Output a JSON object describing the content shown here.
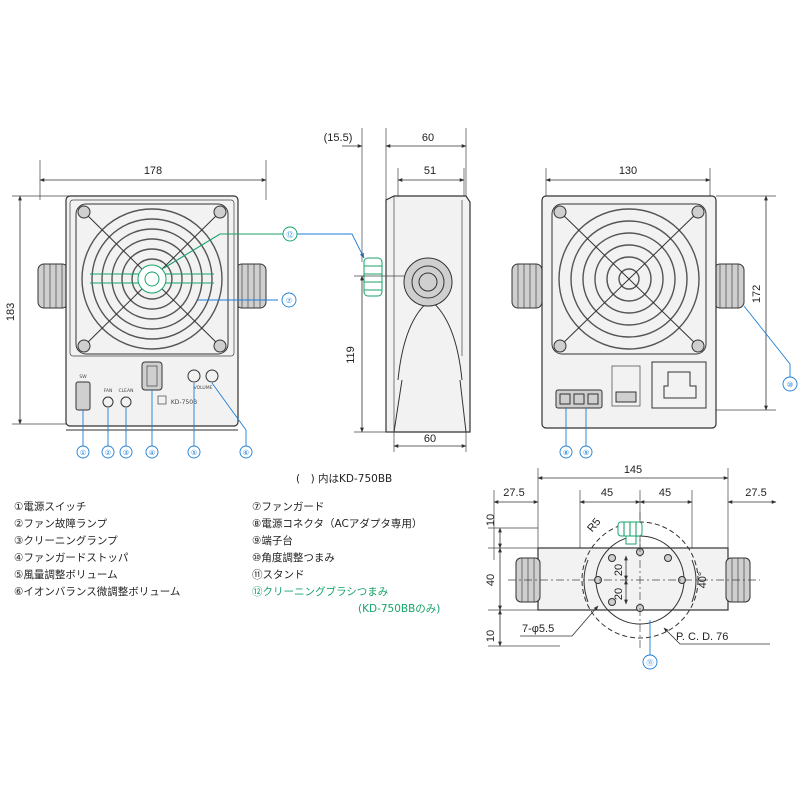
{
  "dimensions": {
    "front_width": "178",
    "front_height": "183",
    "side_offset": "(15.5)",
    "side_depth": "60",
    "side_inner": "51",
    "side_height": "119",
    "side_base": "60",
    "back_width": "130",
    "back_height": "172",
    "bottom_total": "145",
    "bottom_left_edge": "27.5",
    "bottom_pitch_left": "45",
    "bottom_pitch_right": "45",
    "bottom_right_edge": "27.5",
    "bottom_top_margin": "10",
    "bottom_hole_span": "40",
    "bottom_bottom_margin": "10",
    "bottom_inner_20a": "20",
    "bottom_inner_20b": "20",
    "bottom_r": "R5",
    "bottom_holes": "7-φ5.5",
    "bottom_pcd": "P. C. D. 76",
    "bottom_angle": "40°"
  },
  "panel_labels": {
    "front_sw": "SW",
    "front_fan": "FAN",
    "front_clean": "CLEAN",
    "front_model": "KD-750B",
    "front_volume": "VOLUME"
  },
  "callout_numbers": {
    "n1": "①",
    "n2": "②",
    "n3": "③",
    "n4": "④",
    "n5": "⑤",
    "n6": "⑥",
    "n7": "⑦",
    "n8": "⑧",
    "n9": "⑨",
    "n10": "⑩",
    "n11": "⑪",
    "n12": "⑫"
  },
  "model_note": "(　) 内はKD-750BB",
  "legend": {
    "left": [
      "①電源スイッチ",
      "②ファン故障ランプ",
      "③クリーニングランプ",
      "④ファンガードストッパ",
      "⑤風量調整ボリューム",
      "⑥イオンバランス微調整ボリューム"
    ],
    "right": [
      "⑦ファンガード",
      "⑧電源コネクタ（ACアダプタ専用）",
      "⑨端子台",
      "⑩角度調整つまみ",
      "⑪スタンド"
    ],
    "green_item": "⑫クリーニングブラシつまみ",
    "green_note": "(KD-750BBのみ)"
  },
  "colors": {
    "leader_blue": "#1d7fd6",
    "highlight_green": "#17a36a",
    "line": "#333333"
  }
}
